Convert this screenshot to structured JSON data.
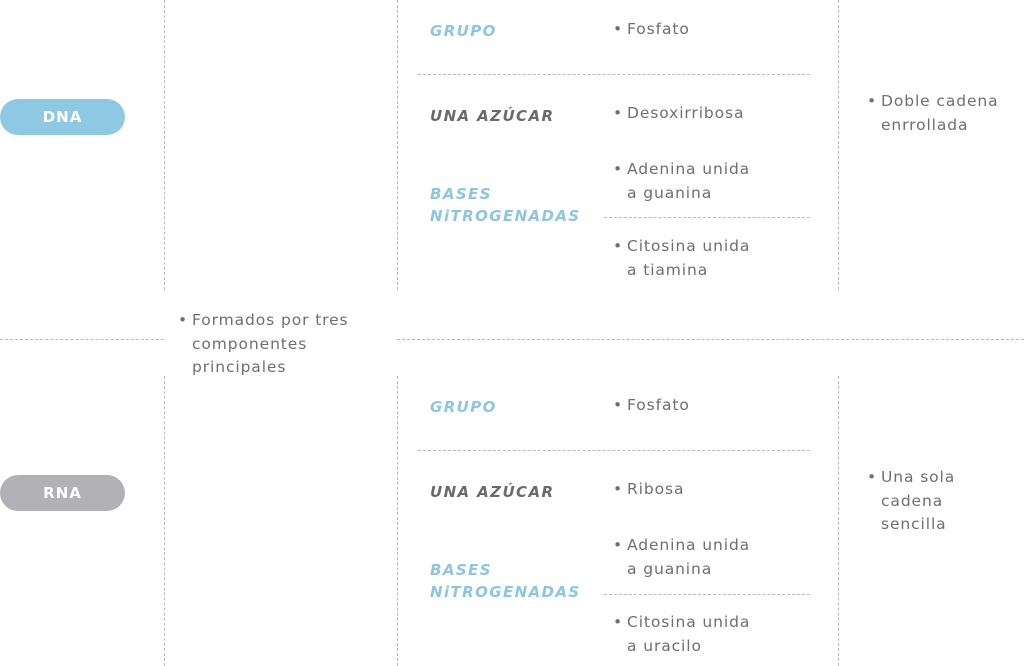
{
  "dna": {
    "label": "DNA",
    "components": {
      "grupo": {
        "label": "GRUPO",
        "item": "Fosfato"
      },
      "azucar": {
        "label": "UNA AZÚCAR",
        "item": "Desoxirribosa"
      },
      "bases": {
        "label_line1": "BASES",
        "label_line2": "NiTROGENADAS",
        "item1": [
          "Adenina unida",
          "a guanina"
        ],
        "item2": [
          "Citosina unida",
          "a tiamina"
        ]
      }
    },
    "structure": [
      "Doble cadena",
      "enrrollada"
    ]
  },
  "shared": {
    "description": [
      "Formados por tres",
      "componentes",
      "principales"
    ]
  },
  "rna": {
    "label": "RNA",
    "components": {
      "grupo": {
        "label": "GRUPO",
        "item": "Fosfato"
      },
      "azucar": {
        "label": "UNA AZÚCAR",
        "item": "Ribosa"
      },
      "bases": {
        "label_line1": "BASES",
        "label_line2": "NiTROGENADAS",
        "item1": [
          "Adenina unida",
          "a guanina"
        ],
        "item2": [
          "Citosina unida",
          "a uracilo"
        ]
      }
    },
    "structure": [
      "Una sola",
      "cadena",
      "sencilla"
    ]
  },
  "colors": {
    "dna_pill": "#8ec9e3",
    "rna_pill": "#b1b1b6",
    "accent_blue": "#8fc5df",
    "text_gray": "#6f6f73",
    "divider": "#b9b9bd"
  }
}
